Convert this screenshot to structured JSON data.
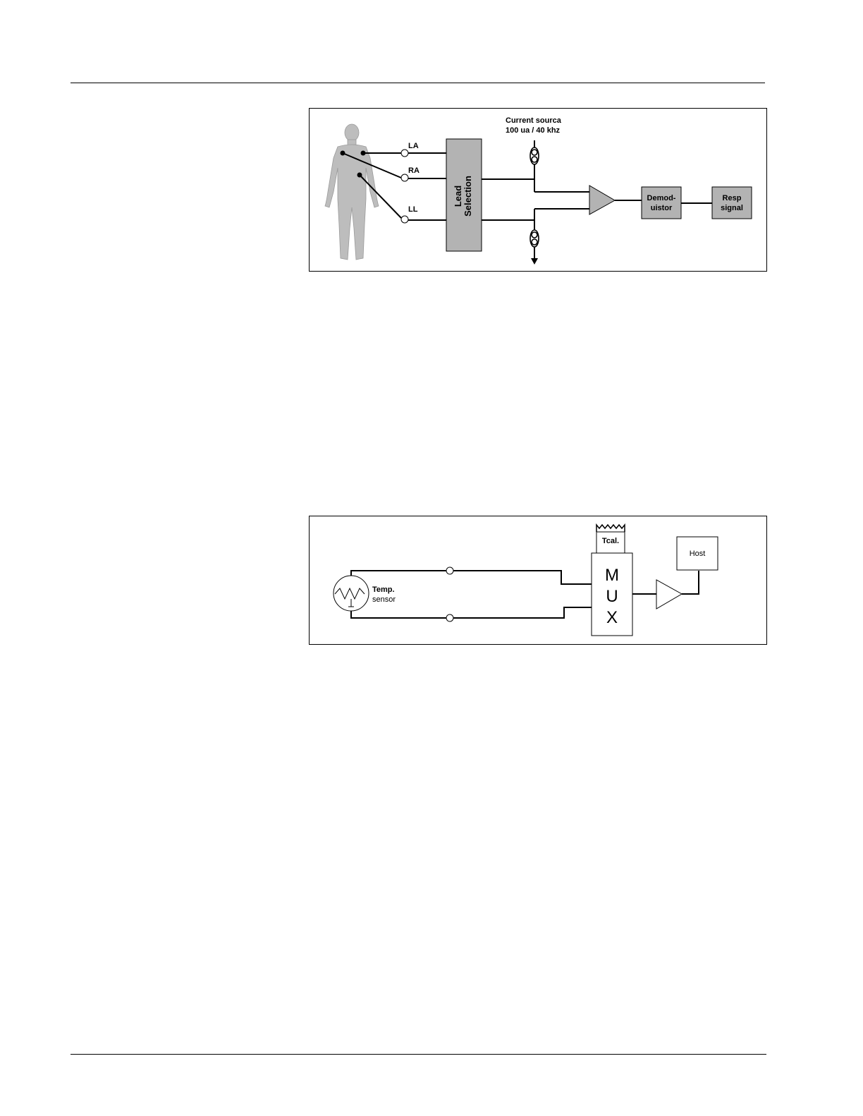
{
  "figure_respiration": {
    "current_source_line1": "Current sourca",
    "current_source_line2": "100 ua / 40 khz",
    "lead_la": "LA",
    "lead_ra": "RA",
    "lead_ll": "LL",
    "lead_selection_line1": "Lead",
    "lead_selection_line2": "Selection",
    "demodulator_line1": "Demod-",
    "demodulator_line2": "uistor",
    "resp_signal_line1": "Resp",
    "resp_signal_line2": "signal",
    "colors": {
      "block_fill": "#b3b3b3",
      "body_fill": "#bdbdbd"
    }
  },
  "figure_temperature": {
    "sensor_line1": "Temp.",
    "sensor_line2": "sensor",
    "tcal_label": "Tcal.",
    "mux_letters": [
      "M",
      "U",
      "X"
    ],
    "host_label": "Host"
  }
}
